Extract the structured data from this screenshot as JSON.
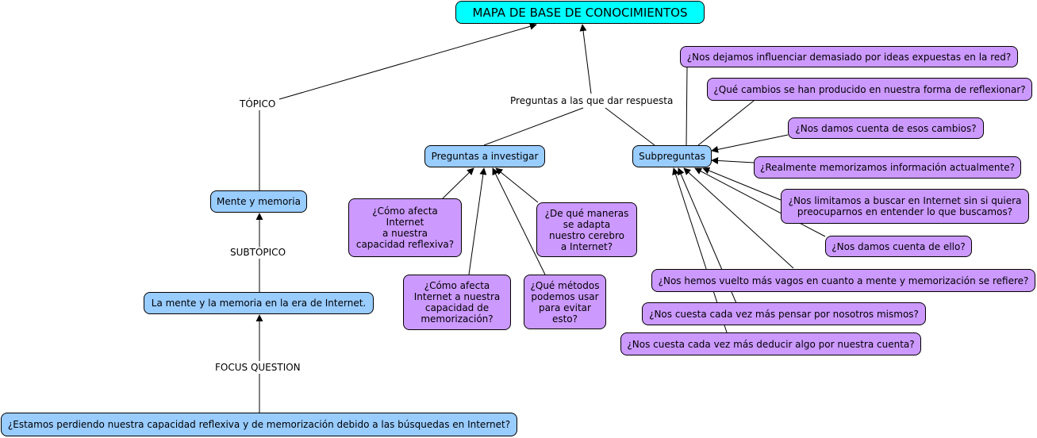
{
  "root": "MAPA DE BASE DE CONOCIMIENTOS",
  "labels": {
    "topico": "TÓPICO",
    "subtopico": "SUBTÓPICO",
    "focus": "FOCUS QUESTION",
    "preguntas": "Preguntas a las que dar respuesta"
  },
  "nodes": {
    "mente_memoria": "Mente y memoria",
    "mente_era": "La mente y la memoria en la era de Internet.",
    "focus_question": "¿Estamos perdiendo nuestra capacidad reflexiva y de memorización debido a las búsquedas en Internet?",
    "preguntas_investigar": "Preguntas a investigar",
    "subpreguntas": "Subpreguntas"
  },
  "investigar_items": [
    "¿Cómo afecta\nInternet\na nuestra\ncapacidad reflexiva?",
    "¿De qué maneras\nse adapta\nnuestro cerebro\na Internet?",
    "¿Cómo afecta\nInternet a nuestra\ncapacidad de\nmemorización?",
    "¿Qué métodos\npodemos usar\npara evitar\nesto?"
  ],
  "subpreguntas_items": [
    "¿Nos dejamos influenciar demasiado por ideas expuestas en la red?",
    "¿Qué cambios se han producido en nuestra forma de reflexionar?",
    "¿Nos damos cuenta de esos cambios?",
    "¿Realmente memorizamos información actualmente?",
    "¿Nos limitamos a buscar en Internet sin si quiera\npreocuparnos en entender lo que buscamos?",
    "¿Nos damos cuenta de ello?",
    "¿Nos hemos vuelto más vagos en cuanto a mente y memorización se refiere?",
    "¿Nos cuesta cada vez más pensar por nosotros mismos?",
    "¿Nos cuesta cada vez más deducir algo por nuestra cuenta?"
  ],
  "colors": {
    "root": "#00ffff",
    "concept": "#99ccff",
    "question": "#cc99ff"
  }
}
